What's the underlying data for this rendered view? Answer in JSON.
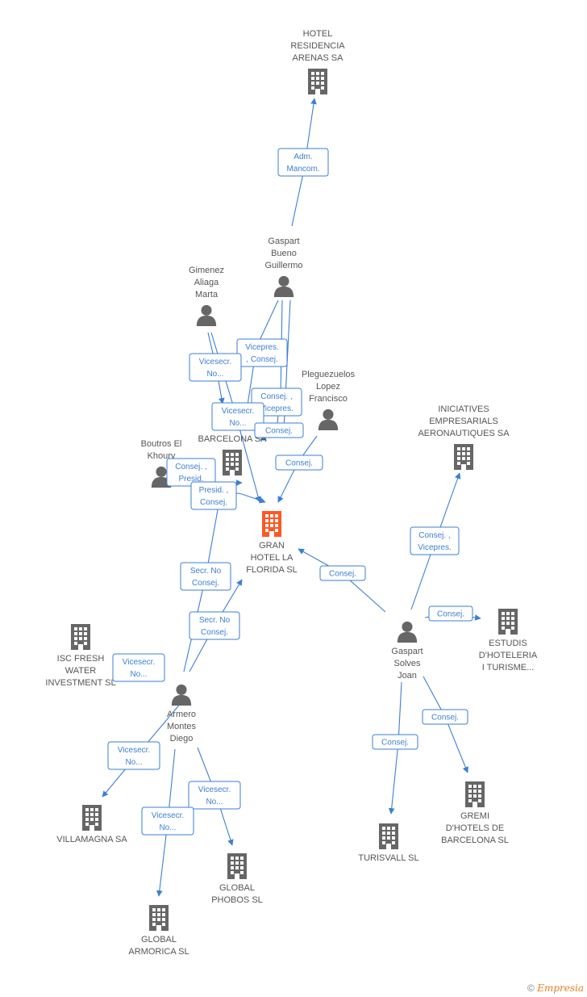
{
  "colors": {
    "accent": "#3b7fd4",
    "company": "#666666",
    "focus": "#ff5722",
    "person": "#666666"
  },
  "footer": {
    "copyright": "©",
    "brand": "Empresia"
  },
  "nodes": [
    {
      "id": "hotel-residencia",
      "type": "company",
      "lines": [
        "HOTEL",
        "RESIDENCIA",
        "ARENAS SA"
      ],
      "icon": "building-icon"
    },
    {
      "id": "gaspart-bueno",
      "type": "person",
      "lines": [
        "Gaspart",
        "Bueno",
        "Guillermo"
      ],
      "icon": "person-icon"
    },
    {
      "id": "gimenez-aliaga",
      "type": "person",
      "lines": [
        "Gimenez",
        "Aliaga",
        "Marta"
      ],
      "icon": "person-icon"
    },
    {
      "id": "pleguezuelos",
      "type": "person",
      "lines": [
        "Pleguezuelos",
        "Lopez",
        "Francisco"
      ],
      "icon": "person-icon"
    },
    {
      "id": "barcelona-sa",
      "type": "company",
      "lines": [
        "BARCELONA SA"
      ],
      "icon": "building-icon"
    },
    {
      "id": "boutros",
      "type": "person",
      "lines": [
        "Boutros El",
        "Khoury"
      ],
      "icon": "person-icon"
    },
    {
      "id": "gran-hotel",
      "type": "focus",
      "lines": [
        "GRAN",
        "HOTEL LA",
        "FLORIDA SL"
      ],
      "icon": "building-icon"
    },
    {
      "id": "iniciatives",
      "type": "company",
      "lines": [
        "INICIATIVES",
        "EMPRESARIALS",
        "AERONAUTIQUES SA"
      ],
      "icon": "building-icon"
    },
    {
      "id": "isc-fresh",
      "type": "company",
      "lines": [
        "ISC FRESH",
        "WATER",
        "INVESTMENT SL"
      ],
      "icon": "building-icon"
    },
    {
      "id": "gaspart-solves",
      "type": "person",
      "lines": [
        "Gaspart",
        "Solves",
        "Joan"
      ],
      "icon": "person-icon"
    },
    {
      "id": "estudis",
      "type": "company",
      "lines": [
        "ESTUDIS",
        "D'HOTELERIA",
        "I TURISME..."
      ],
      "icon": "building-icon"
    },
    {
      "id": "armero",
      "type": "person",
      "lines": [
        "Armero",
        "Montes",
        "Diego"
      ],
      "icon": "person-icon"
    },
    {
      "id": "villamagna",
      "type": "company",
      "lines": [
        "VILLAMAGNA SA"
      ],
      "icon": "building-icon"
    },
    {
      "id": "global-phobos",
      "type": "company",
      "lines": [
        "GLOBAL",
        "PHOBOS SL"
      ],
      "icon": "building-icon"
    },
    {
      "id": "global-armorica",
      "type": "company",
      "lines": [
        "GLOBAL",
        "ARMORICA SL"
      ],
      "icon": "building-icon"
    },
    {
      "id": "turisvall",
      "type": "company",
      "lines": [
        "TURISVALL SL"
      ],
      "icon": "building-icon"
    },
    {
      "id": "gremi",
      "type": "company",
      "lines": [
        "GREMI",
        "D'HOTELS DE",
        "BARCELONA SL"
      ],
      "icon": "building-icon"
    }
  ],
  "edges": [
    {
      "id": "e1",
      "lines": [
        "Adm.",
        "Mancom."
      ]
    },
    {
      "id": "e2",
      "lines": [
        "Vicepres.",
        ", Consej."
      ]
    },
    {
      "id": "e3",
      "lines": [
        "Vicesecr.",
        "No..."
      ]
    },
    {
      "id": "e4",
      "lines": [
        "Consej. ,",
        "Vicepres."
      ]
    },
    {
      "id": "e5",
      "lines": [
        "Vicesecr.",
        "No..."
      ]
    },
    {
      "id": "e6",
      "lines": [
        "Consej."
      ]
    },
    {
      "id": "e7",
      "lines": [
        "Consej."
      ]
    },
    {
      "id": "e8",
      "lines": [
        "Consej. ,",
        "Presid."
      ]
    },
    {
      "id": "e9",
      "lines": [
        "Presid. ,",
        "Consej."
      ]
    },
    {
      "id": "e10",
      "lines": [
        "Secr.  No",
        "Consej."
      ]
    },
    {
      "id": "e11",
      "lines": [
        "Secr.  No",
        "Consej."
      ]
    },
    {
      "id": "e12",
      "lines": [
        "Consej."
      ]
    },
    {
      "id": "e13",
      "lines": [
        "Consej. ,",
        "Vicepres."
      ]
    },
    {
      "id": "e14",
      "lines": [
        "Consej."
      ]
    },
    {
      "id": "e15",
      "lines": [
        "Vicesecr.",
        "No..."
      ]
    },
    {
      "id": "e16",
      "lines": [
        "Vicesecr.",
        "No..."
      ]
    },
    {
      "id": "e17",
      "lines": [
        "Vicesecr.",
        "No..."
      ]
    },
    {
      "id": "e18",
      "lines": [
        "Vicesecr.",
        "No..."
      ]
    },
    {
      "id": "e19",
      "lines": [
        "Consej."
      ]
    },
    {
      "id": "e20",
      "lines": [
        "Consej."
      ]
    }
  ]
}
